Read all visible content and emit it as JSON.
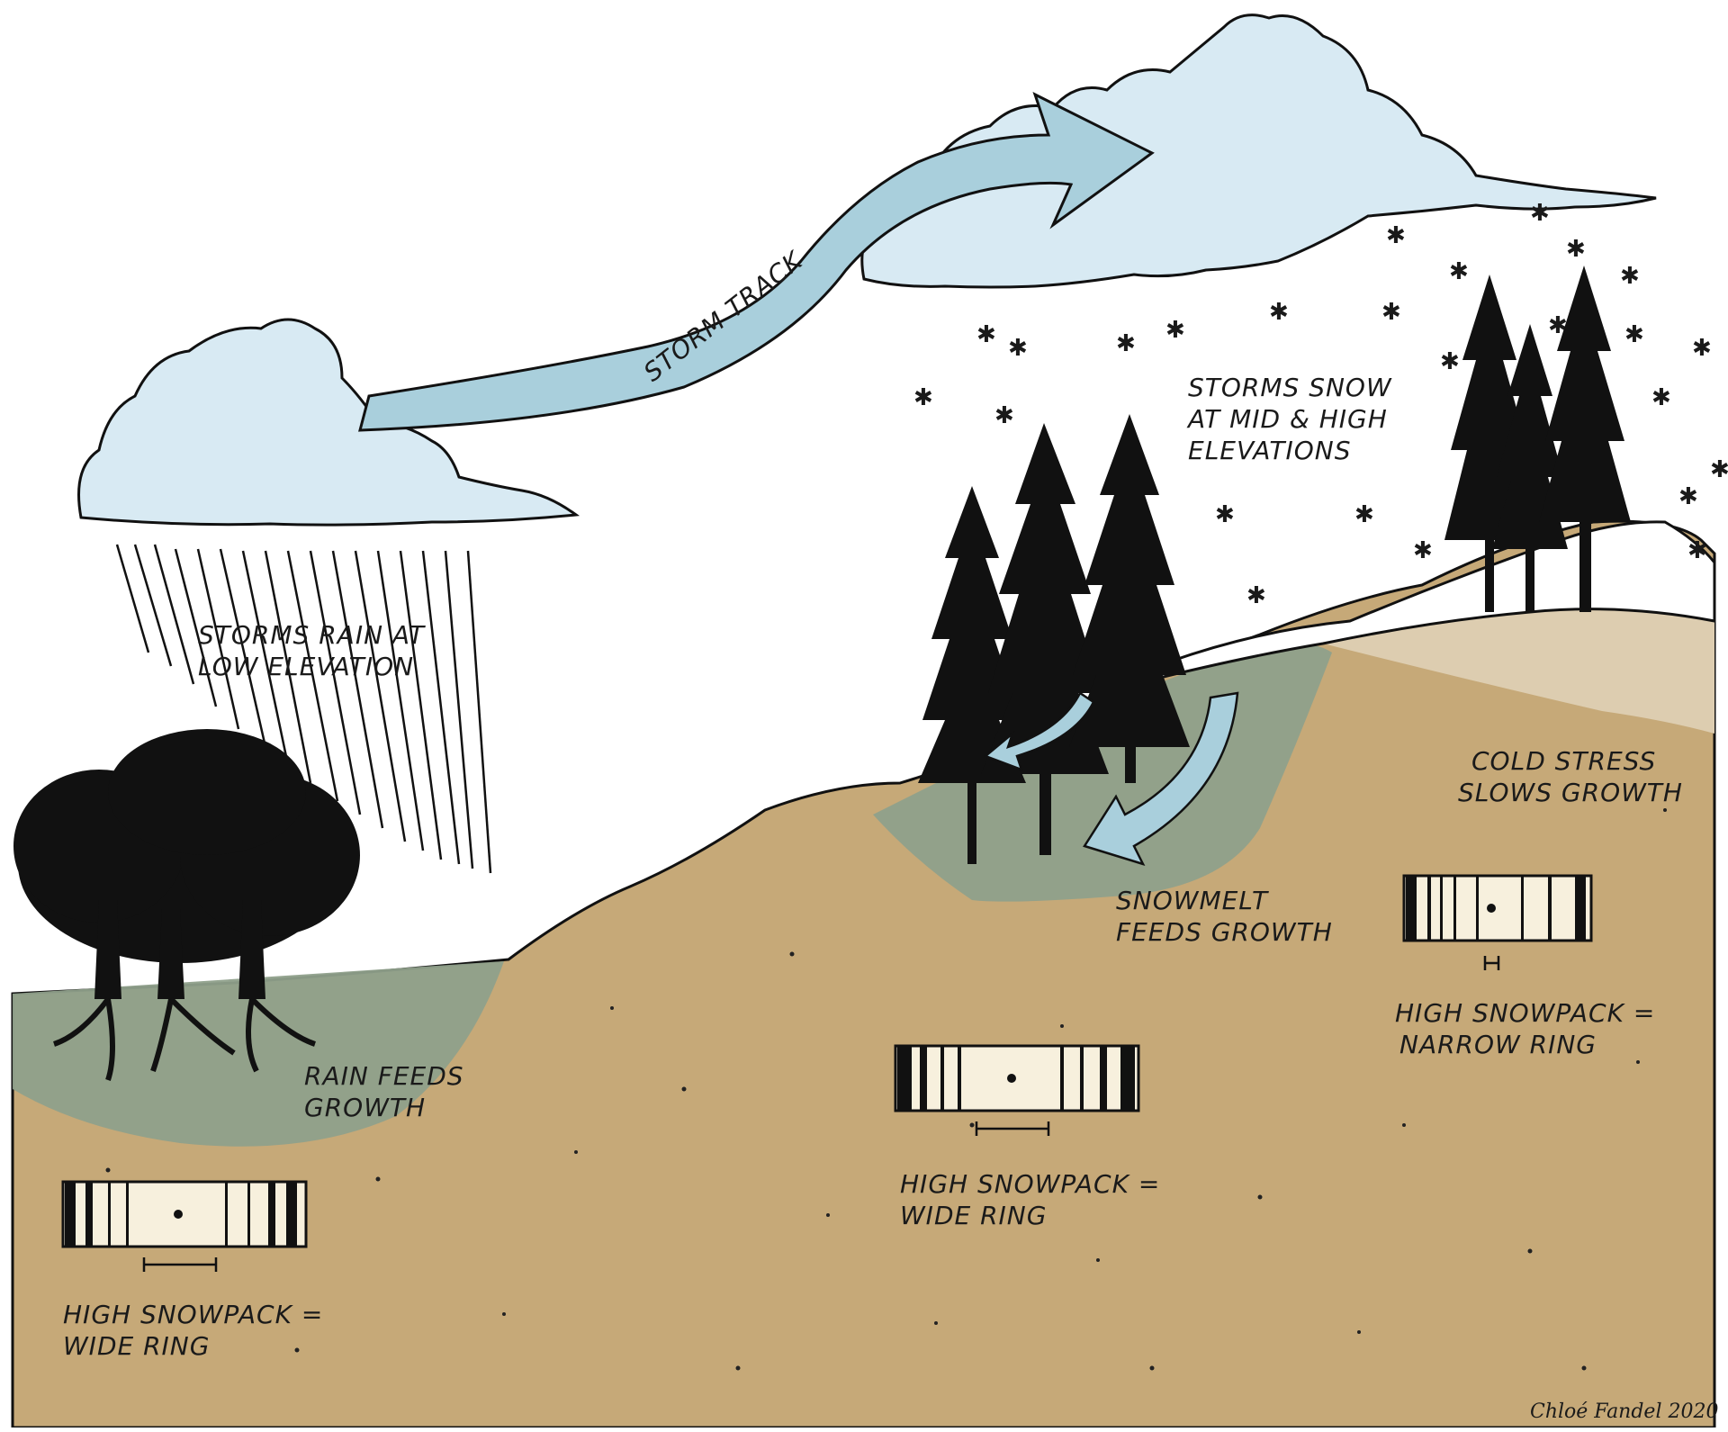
{
  "labels": {
    "storm_track": "STORM TRACK",
    "rain_low": [
      "STORMS RAIN AT",
      "LOW ELEVATION"
    ],
    "snow_high": [
      "STORMS SNOW",
      "AT MID & HIGH",
      "ELEVATIONS"
    ],
    "rain_feeds": [
      "RAIN FEEDS",
      "GROWTH"
    ],
    "snowmelt_feeds": [
      "SNOWMELT",
      "FEEDS GROWTH"
    ],
    "cold_stress": [
      "COLD STRESS",
      "SLOWS GROWTH"
    ],
    "ring_low": [
      "HIGH SNOWPACK =",
      "WIDE RING"
    ],
    "ring_mid": [
      "HIGH SNOWPACK =",
      "WIDE RING"
    ],
    "ring_high": [
      "HIGH SNOWPACK =",
      "NARROW RING"
    ],
    "credit": "Chloé Fandel 2020"
  },
  "colors": {
    "cloud": "#d8eaf3",
    "arrow": "#a9cfdc",
    "soil": "#c6a978",
    "moist_soil": "#8fa08b",
    "cold_soil": "#ddcdb0",
    "snow": "#ffffff",
    "ink": "#111111",
    "ring_paper": "#f7f0dd"
  }
}
